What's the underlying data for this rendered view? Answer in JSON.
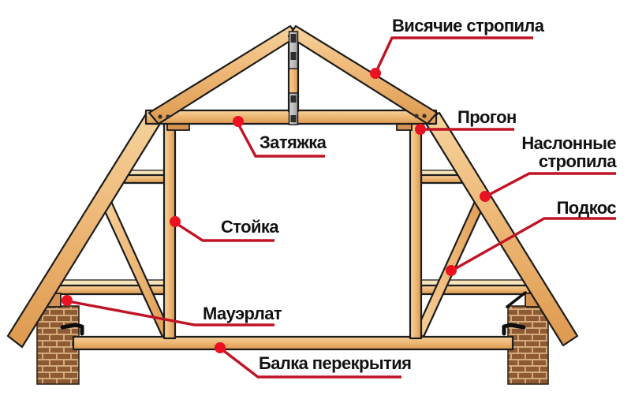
{
  "labels": {
    "visyachie": "Висячие стропила",
    "progon": "Прогон",
    "naslonnye_line1": "Наслонные",
    "naslonnye_line2": "стропила",
    "podkos": "Подкос",
    "zatyazhka": "Затяжка",
    "stoyka": "Стойка",
    "mauerlat": "Мауэрлат",
    "balka": "Балка перекрытия"
  },
  "colors": {
    "background": "#ffffff",
    "text": "#121212",
    "outline": "#1d1d1d",
    "wood_light": "#f6d39c",
    "wood_mid": "#eeb877",
    "wood_dark": "#dd9a4f",
    "wood_block": "#d3924f",
    "strip_light": "#f8e4ba",
    "metal_light": "#d9d9d9",
    "metal_dark": "#a0a0a0",
    "bolt": "#2e2e2e",
    "brick": "#8e5a33",
    "mortar": "#d2aa7b",
    "pier_outline": "#33251a",
    "anchor": "#0d0d0d",
    "leader": "#c01425",
    "dot": "#ea1220"
  }
}
